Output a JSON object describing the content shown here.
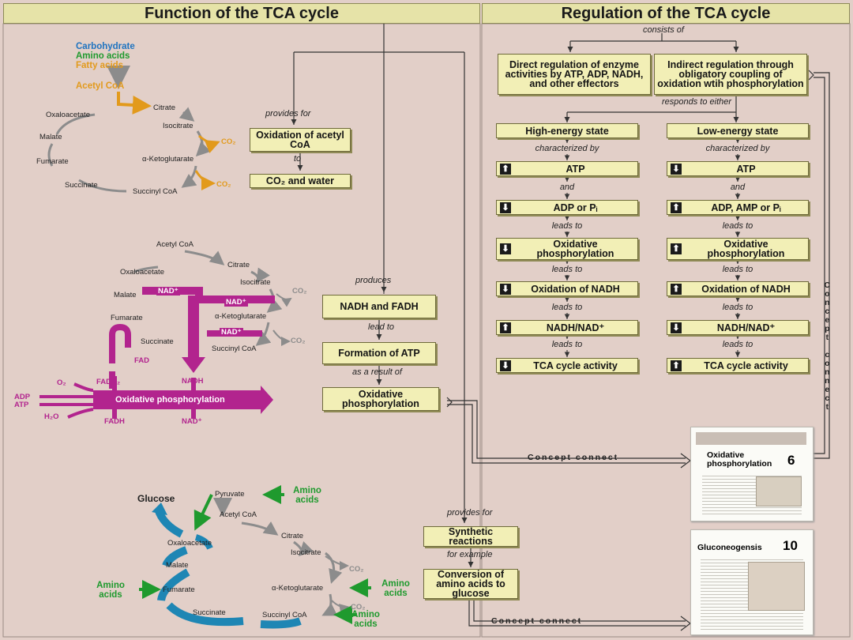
{
  "left_header": "Function of the TCA cycle",
  "right_header": "Regulation of the TCA cycle",
  "function": {
    "fuels": [
      "Carbohydrate",
      "Amino acids",
      "Fatty acids",
      "Acetyl CoA"
    ],
    "cycle1": {
      "citrate": "Citrate",
      "isocitrate": "Isocitrate",
      "akg": "α-Ketoglutarate",
      "succinyl": "Succinyl CoA",
      "succinate": "Succinate",
      "fumarate": "Fumarate",
      "malate": "Malate",
      "oxaloacetate": "Oxaloacetate",
      "co2": "CO₂"
    },
    "provides_for_1": "provides for",
    "oxidation_box": "Oxidation of acetyl CoA",
    "to": "to",
    "co2_water_box": "CO₂ and water",
    "cycle2": {
      "acetyl": "Acetyl CoA",
      "citrate": "Citrate",
      "isocitrate": "Isocitrate",
      "akg": "α-Ketoglutarate",
      "succinyl": "Succinyl CoA",
      "succinate": "Succinate",
      "fumarate": "Fumarate",
      "malate": "Malate",
      "oxaloacetate": "Oxaloacetate",
      "co2": "CO₂",
      "nad": "NAD⁺",
      "fad": "FAD",
      "fadh2": "FADH₂",
      "nadh": "NADH",
      "o2": "O₂",
      "adp": "ADP",
      "atp": "ATP",
      "h2o": "H₂O",
      "fadh": "FADH",
      "nad_out": "NAD⁺",
      "oxphos_bar": "Oxidative phosphorylation"
    },
    "produces": "produces",
    "nadh_box": "NADH and FADH",
    "lead_to": "lead to",
    "formation_box": "Formation of ATP",
    "as_result_of": "as a result of",
    "oxphos_box": "Oxidative phosphorylation",
    "concept_connect_1": "Concept connect",
    "cycle3": {
      "glucose": "Glucose",
      "pyruvate": "Pyruvate",
      "amino_acids": "Amino acids",
      "acetyl": "Acetyl CoA",
      "citrate": "Citrate",
      "isocitrate": "Isocitrate",
      "akg": "α-Ketoglutarate",
      "succinyl": "Succinyl CoA",
      "succinate": "Succinate",
      "fumarate": "Fumarate",
      "malate": "Malate",
      "oxaloacetate": "Oxaloacetate",
      "co2": "CO₂"
    },
    "provides_for_2": "provides for",
    "synthetic_box": "Synthetic reactions",
    "for_example": "for example",
    "conversion_box": "Conversion of amino acids to glucose",
    "concept_connect_2": "Concept connect"
  },
  "regulation": {
    "consists_of": "consists of",
    "direct_box": "Direct regulation of enzyme activities by ATP, ADP, NADH, and other effectors",
    "indirect_box": "Indirect regulation through obligatory coupling of oxidation wtih phosphorylation",
    "responds_to": "responds to either",
    "high": {
      "state": "High-energy state",
      "characterized_by": "characterized by",
      "atp": "ATP",
      "and": "and",
      "adp": "ADP or Pᵢ",
      "leads_to": "leads to",
      "oxphos": "Oxidative phosphorylation",
      "oxidation_nadh": "Oxidation of NADH",
      "ratio": "NADH/NAD⁺",
      "tca": "TCA cycle activity",
      "arrows": [
        "up",
        "down",
        "down",
        "down",
        "up",
        "down"
      ]
    },
    "low": {
      "state": "Low-energy state",
      "characterized_by": "characterized by",
      "atp": "ATP",
      "and": "and",
      "adp": "ADP, AMP or Pᵢ",
      "leads_to": "leads to",
      "oxphos": "Oxidative phosphorylation",
      "oxidation_nadh": "Oxidation of NADH",
      "ratio": "NADH/NAD⁺",
      "tca": "TCA cycle activity",
      "arrows": [
        "down",
        "up",
        "up",
        "up",
        "down",
        "up"
      ]
    },
    "concept_connect_vertical": "Concept connect"
  },
  "cards": {
    "card1": {
      "title": "Oxidative phosphorylation",
      "number": "6"
    },
    "card2": {
      "title": "Gluconeogensis",
      "number": "10"
    }
  },
  "colors": {
    "header": "#e6e3a8",
    "box": "#f2efb6",
    "orange": "#e29a1c",
    "magenta": "#b2248e",
    "blue": "#1e86b4",
    "green": "#1f9a2e",
    "gray": "#8c8c8c",
    "background": "#e2cfc8"
  }
}
